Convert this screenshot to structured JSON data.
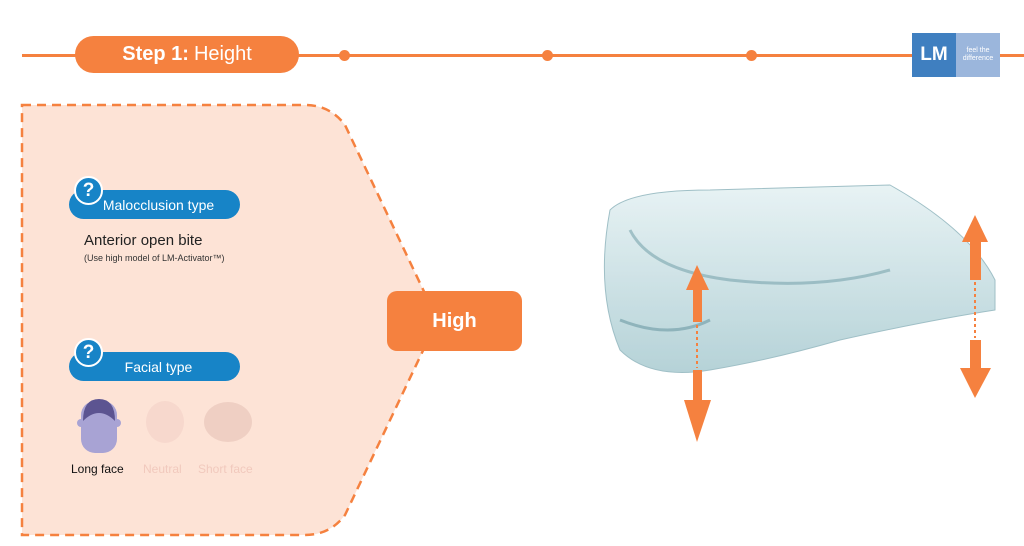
{
  "header": {
    "step_bold": "Step 1:",
    "step_title": "Height",
    "logo_mark": "LM",
    "logo_tagline": "feel the difference"
  },
  "panel": {
    "malocclusion": {
      "label": "Malocclusion type",
      "value": "Anterior open bite",
      "note": "(Use high model of LM-Activator™)"
    },
    "facial": {
      "label": "Facial type",
      "options": [
        {
          "label": "Long face",
          "selected": true
        },
        {
          "label": "Neutral",
          "selected": false
        },
        {
          "label": "Short face",
          "selected": false
        }
      ]
    },
    "help_icon": "?"
  },
  "result": {
    "label": "High"
  },
  "colors": {
    "accent": "#f5813f",
    "blue": "#1784c7",
    "panel": "#fde3d6",
    "face": "#a8a3d4"
  }
}
